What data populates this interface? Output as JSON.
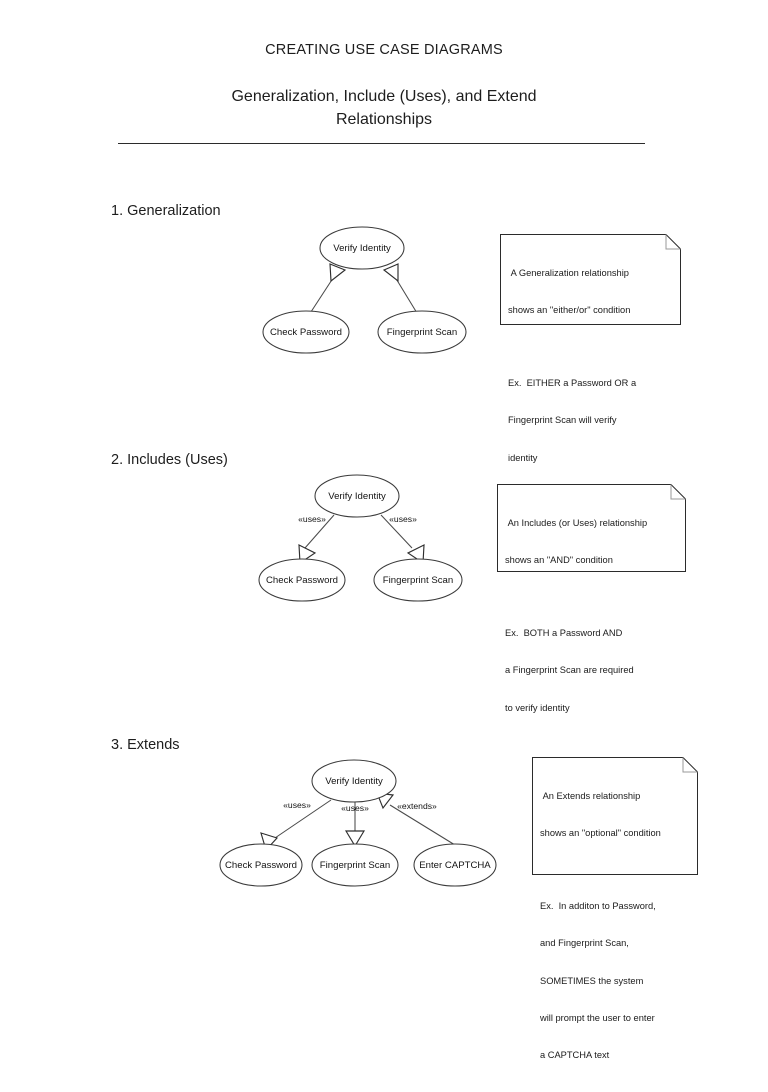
{
  "document": {
    "title": "CREATING USE CASE DIAGRAMS",
    "subtitle_line1": "Generalization, Include (Uses), and Extend",
    "subtitle_line2": "Relationships"
  },
  "sections": [
    {
      "heading": "1. Generalization",
      "diagram": {
        "nodes": [
          {
            "name": "verify-identity",
            "label": "Verify Identity"
          },
          {
            "name": "check-password",
            "label": "Check Password"
          },
          {
            "name": "fingerprint-scan",
            "label": "Fingerprint Scan"
          }
        ],
        "edges": [
          {
            "from": "check-password",
            "to": "verify-identity",
            "label": "",
            "arrow": "hollow-triangle-up"
          },
          {
            "from": "fingerprint-scan",
            "to": "verify-identity",
            "label": "",
            "arrow": "hollow-triangle-up"
          }
        ]
      },
      "note": {
        "para1_line1": " A Generalization relationship",
        "para1_line2": "shows an \"either/or\" condition",
        "para2_line1": "Ex.  EITHER a Password OR a",
        "para2_line2": "Fingerprint Scan will verify",
        "para2_line3": "identity"
      }
    },
    {
      "heading": "2. Includes (Uses)",
      "diagram": {
        "nodes": [
          {
            "name": "verify-identity",
            "label": "Verify Identity"
          },
          {
            "name": "check-password",
            "label": "Check Password"
          },
          {
            "name": "fingerprint-scan",
            "label": "Fingerprint Scan"
          }
        ],
        "edges": [
          {
            "from": "verify-identity",
            "to": "check-password",
            "label": "«uses»",
            "arrow": "hollow-triangle-down"
          },
          {
            "from": "verify-identity",
            "to": "fingerprint-scan",
            "label": "«uses»",
            "arrow": "hollow-triangle-down"
          }
        ]
      },
      "note": {
        "para1_line1": " An Includes (or Uses) relationship",
        "para1_line2": "shows an \"AND\" condition",
        "para2_line1": "Ex.  BOTH a Password AND",
        "para2_line2": "a Fingerprint Scan are required",
        "para2_line3": "to verify identity"
      }
    },
    {
      "heading": "3. Extends",
      "diagram": {
        "nodes": [
          {
            "name": "verify-identity",
            "label": "Verify Identity"
          },
          {
            "name": "check-password",
            "label": "Check Password"
          },
          {
            "name": "fingerprint-scan",
            "label": "Fingerprint Scan"
          },
          {
            "name": "enter-captcha",
            "label": "Enter CAPTCHA"
          }
        ],
        "edges": [
          {
            "from": "verify-identity",
            "to": "check-password",
            "label": "«uses»",
            "arrow": "hollow-triangle-down"
          },
          {
            "from": "verify-identity",
            "to": "fingerprint-scan",
            "label": "«uses»",
            "arrow": "hollow-triangle-down"
          },
          {
            "from": "enter-captcha",
            "to": "verify-identity",
            "label": "«extends»",
            "arrow": "hollow-triangle-up"
          }
        ]
      },
      "note": {
        "para1_line1": " An Extends relationship",
        "para1_line2": "shows an \"optional\" condition",
        "para2_line1": "Ex.  In additon to Password,",
        "para2_line2": "and Fingerprint Scan,",
        "para2_line3": "SOMETIMES the system",
        "para2_line4": "will prompt the user to enter",
        "para2_line5": "a CAPTCHA text"
      }
    }
  ],
  "colors": {
    "page_background": "#ffffff",
    "text": "#1a1a1a",
    "stroke": "#3a3a3a",
    "rule": "#2b2b2b",
    "note_fold": "#9a9a9a"
  }
}
